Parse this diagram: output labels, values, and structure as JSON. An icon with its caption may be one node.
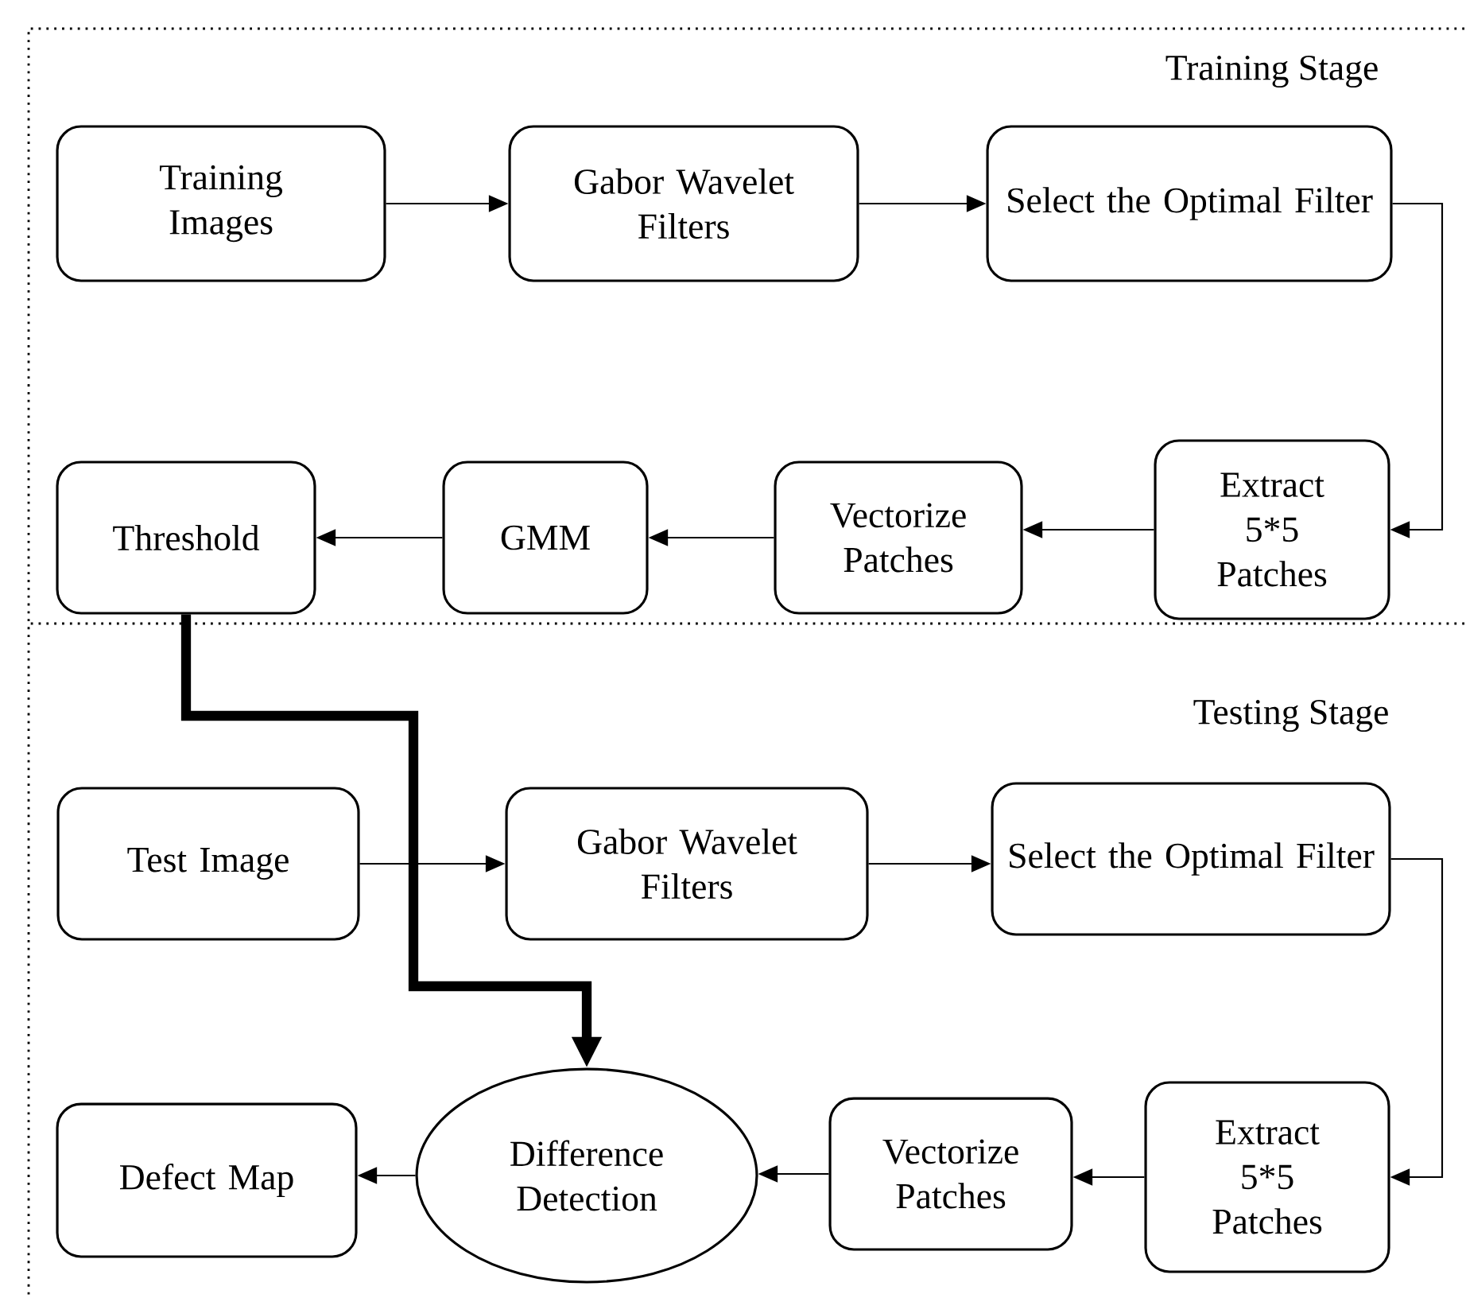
{
  "diagram": {
    "nodes": [
      {
        "text": [
          "Training Stage"
        ]
      },
      {
        "text": [
          "Training Images"
        ],
        "in": 0
      },
      {
        "text": [
          "Gabor Wavelet Filters"
        ],
        "in": 0
      },
      {
        "text": [
          "Select the Optimal Filter"
        ],
        "in": 0
      },
      {
        "text": [
          "Extract 5*5 Patches"
        ],
        "in": 0
      },
      {
        "text": [
          "Vectorize Patches"
        ],
        "in": 0
      },
      {
        "text": [
          "GMM"
        ],
        "in": 0
      },
      {
        "text": [
          "Threshold"
        ],
        "in": 0
      },
      {
        "text": [
          "Testing Stage"
        ]
      },
      {
        "text": [
          "Test Image"
        ],
        "in": 8
      },
      {
        "text": [
          "Gabor Wavelet Filters"
        ],
        "in": 8
      },
      {
        "text": [
          "Select the Optimal Filter"
        ],
        "in": 8
      },
      {
        "text": [
          "Extract 5*5 Patches"
        ],
        "in": 8
      },
      {
        "text": [
          "Vectorize Patches"
        ],
        "in": 8
      },
      {
        "text": [
          "Difference Detection"
        ],
        "in": 8
      },
      {
        "text": [
          "Defect Map"
        ],
        "in": 8
      }
    ],
    "edges": [
      {
        "from": 1,
        "to": 2,
        "arrow": "to"
      },
      {
        "from": 2,
        "to": 3,
        "arrow": "to"
      },
      {
        "from": 3,
        "to": 4,
        "arrow": "to"
      },
      {
        "from": 4,
        "to": 5,
        "arrow": "to"
      },
      {
        "from": 5,
        "to": 6,
        "arrow": "to"
      },
      {
        "from": 6,
        "to": 7,
        "arrow": "to"
      },
      {
        "from": 7,
        "to": 14,
        "arrow": "to",
        "style": "thick"
      },
      {
        "from": 9,
        "to": 10,
        "arrow": "to"
      },
      {
        "from": 10,
        "to": 11,
        "arrow": "to"
      },
      {
        "from": 11,
        "to": 12,
        "arrow": "to"
      },
      {
        "from": 12,
        "to": 13,
        "arrow": "to"
      },
      {
        "from": 13,
        "to": 14,
        "arrow": "to"
      },
      {
        "from": 14,
        "to": 15,
        "arrow": "to"
      }
    ]
  }
}
